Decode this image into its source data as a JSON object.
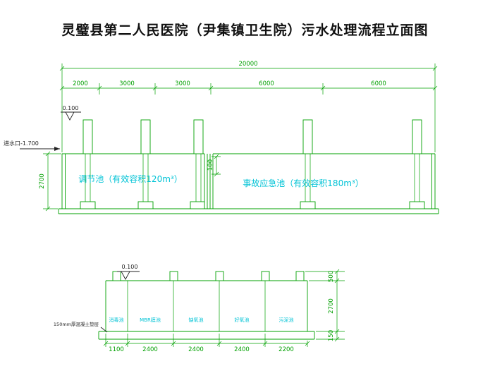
{
  "title": "灵璧县第二人民医院（尹集镇卫生院）污水处理流程立面图",
  "palette": {
    "line_green": "#00A000",
    "label_cyan": "#00C3D6",
    "text_black": "#222222"
  },
  "upper_view": {
    "total_dim": "20000",
    "segment_dims": [
      "2000",
      "3000",
      "3000",
      "6000",
      "6000"
    ],
    "elevation_mark": "0.100",
    "inlet_label": "进水口-1.700",
    "depth_dim": "2700",
    "wall_dim": "100",
    "tank1_label": "调节池（有效容积120m³）",
    "tank2_label": "事故应急池（有效容积180m³）"
  },
  "lower_view": {
    "elevation_mark": "0.100",
    "bedding_note": "150mm厚混凝土垫层",
    "cell_labels": [
      "消毒池",
      "MBR膜池",
      "缺氧池",
      "好氧池",
      "污泥池"
    ],
    "bottom_dims": [
      "1100",
      "2400",
      "2400",
      "2400",
      "2200"
    ],
    "right_dims": [
      "500",
      "2700",
      "150"
    ]
  }
}
